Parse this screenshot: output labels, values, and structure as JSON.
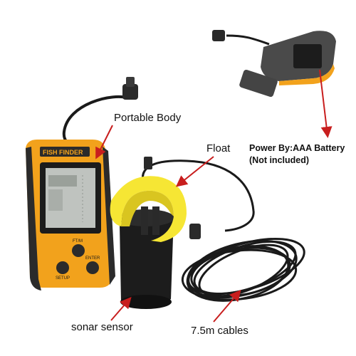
{
  "labels": {
    "portable_body": "Portable Body",
    "float": "Float",
    "power_line1": "Power By:AAA Battery",
    "power_line2": "(Not included)",
    "sonar_sensor": "sonar sensor",
    "cables": "7.5m cables"
  },
  "device": {
    "brand_text": "FISH FINDER",
    "button_ftm": "FT/M",
    "button_setup": "SETUP",
    "button_enter": "ENTER"
  },
  "colors": {
    "body_orange": "#f2a21c",
    "float_yellow": "#f6e634",
    "arrow_red": "#c81e1e",
    "cable_black": "#1a1a1a",
    "screen_gray": "#bfc3bf"
  }
}
